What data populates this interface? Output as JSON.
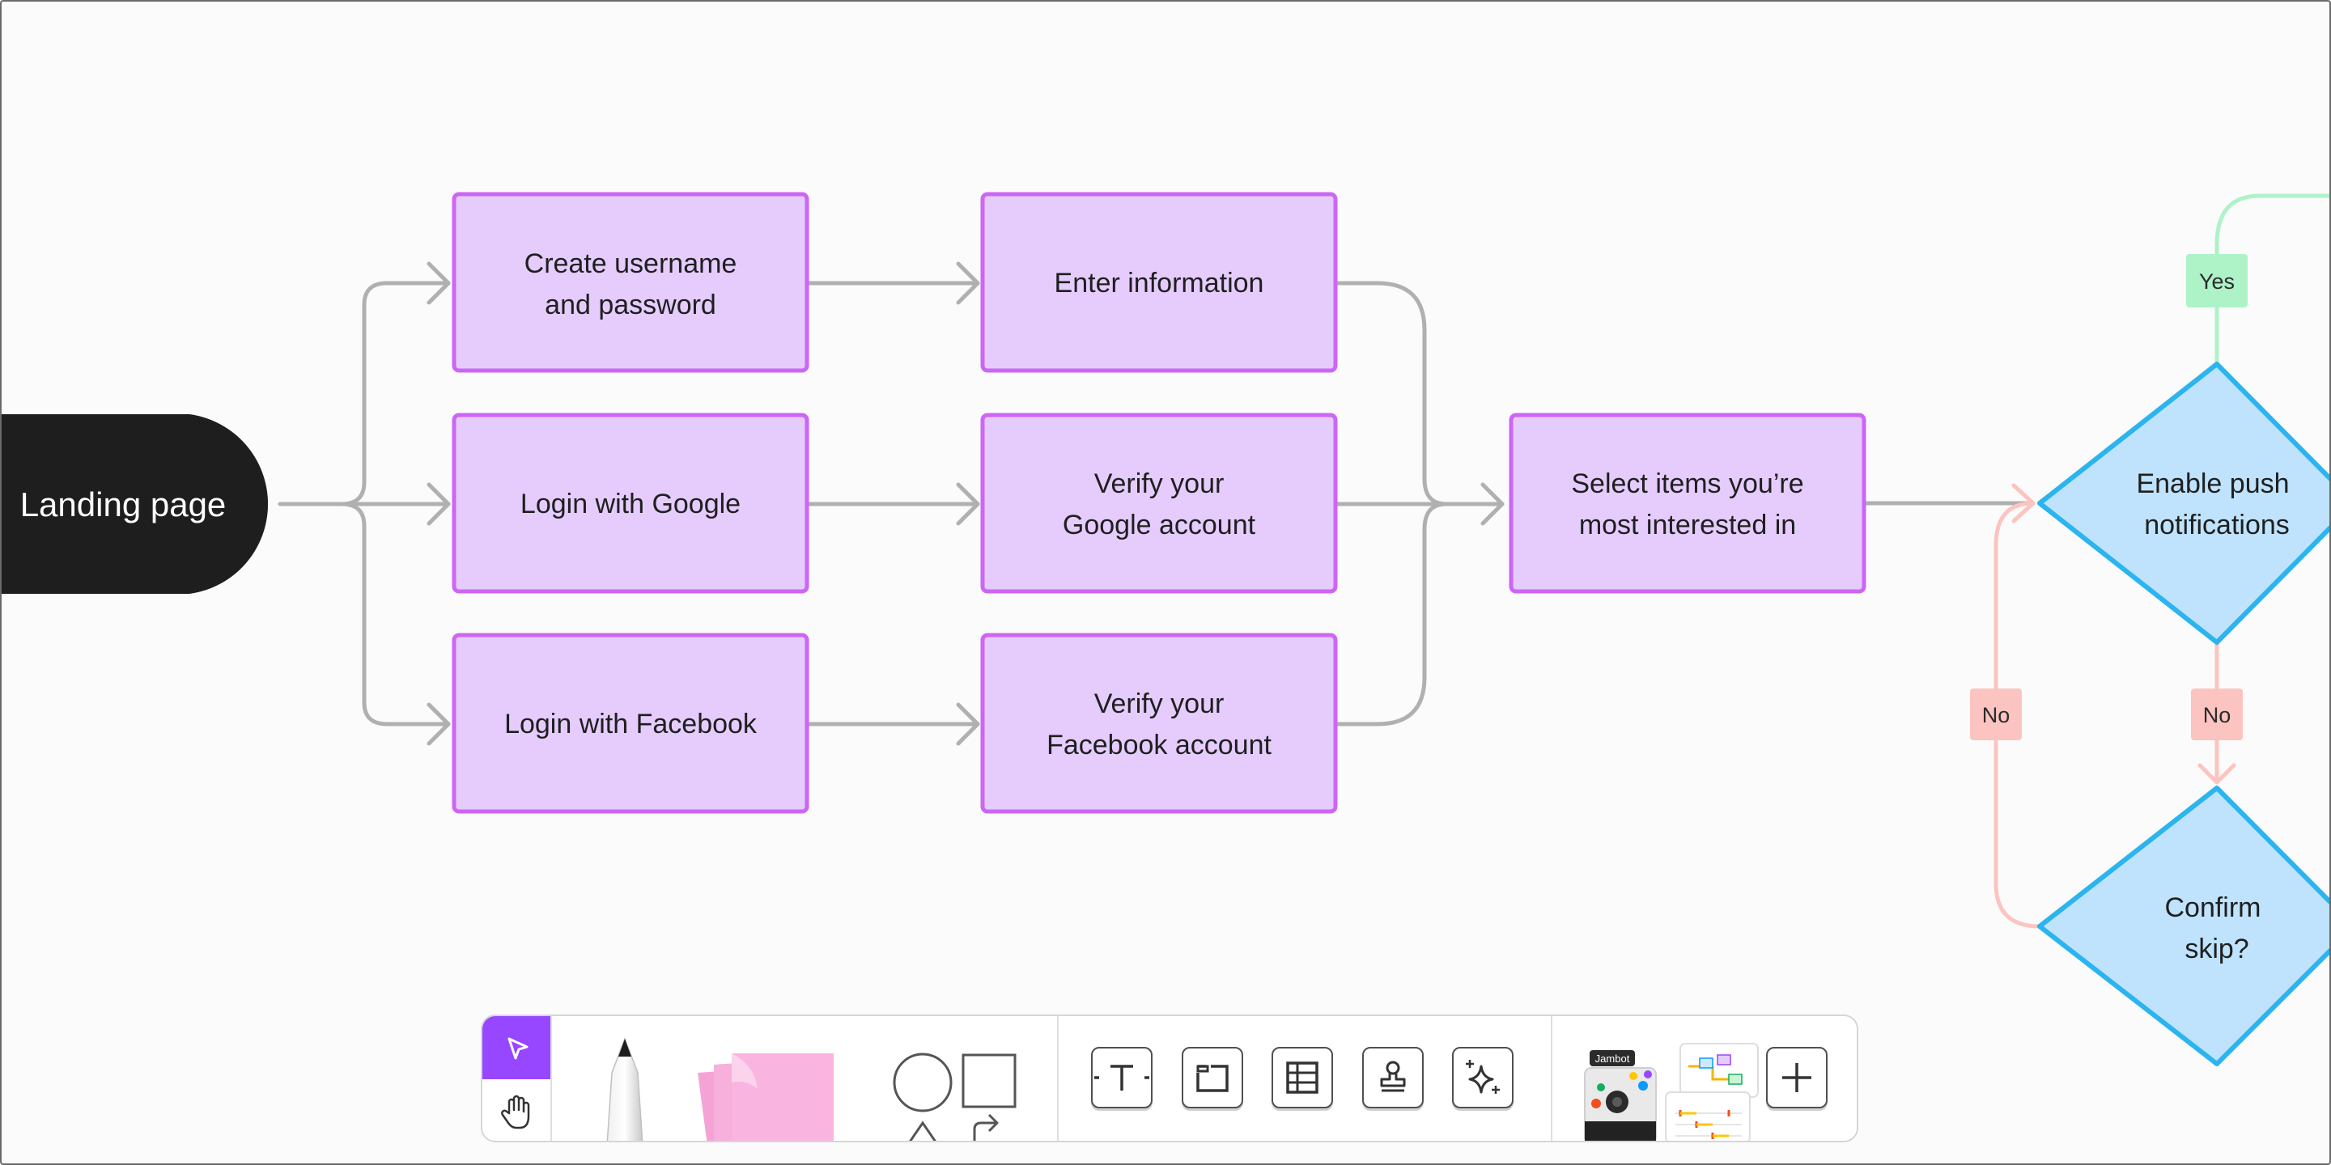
{
  "diagram": {
    "start_node": "Landing page",
    "nodes": {
      "create_username": [
        "Create username",
        "and password"
      ],
      "login_google": [
        "Login with Google"
      ],
      "login_facebook": [
        "Login with Facebook"
      ],
      "enter_info": [
        "Enter information"
      ],
      "verify_google": [
        "Verify your",
        "Google account"
      ],
      "verify_facebook": [
        "Verify your",
        "Facebook account"
      ],
      "select_items": [
        "Select items you’re",
        "most interested in"
      ],
      "enable_push": [
        "Enable push",
        "notifications"
      ],
      "confirm_skip": [
        "Confirm",
        "skip?"
      ]
    },
    "labels": {
      "yes": "Yes",
      "no_down": "No",
      "no_back": "No"
    },
    "colors": {
      "process_fill": "#e5ccfd",
      "process_stroke": "#cc66f4",
      "decision_fill": "#bfe3fc",
      "decision_stroke": "#2cb4ef",
      "connector": "#b0b0b0",
      "terminal_fill": "#1e1e1e",
      "yes_green": "#aef2c8",
      "no_red": "#fcc4c0",
      "accent_purple": "#9747ff"
    }
  },
  "toolbar": {
    "tools": [
      "select-tool",
      "hand-tool",
      "pen-tool",
      "sticky-note-tool",
      "shapes-tool",
      "text-tool",
      "section-tool",
      "table-tool",
      "stamp-tool",
      "ai-tool",
      "jambot-widget",
      "templates-widget",
      "more-tools-button"
    ],
    "jambot_label": "Jambot"
  }
}
